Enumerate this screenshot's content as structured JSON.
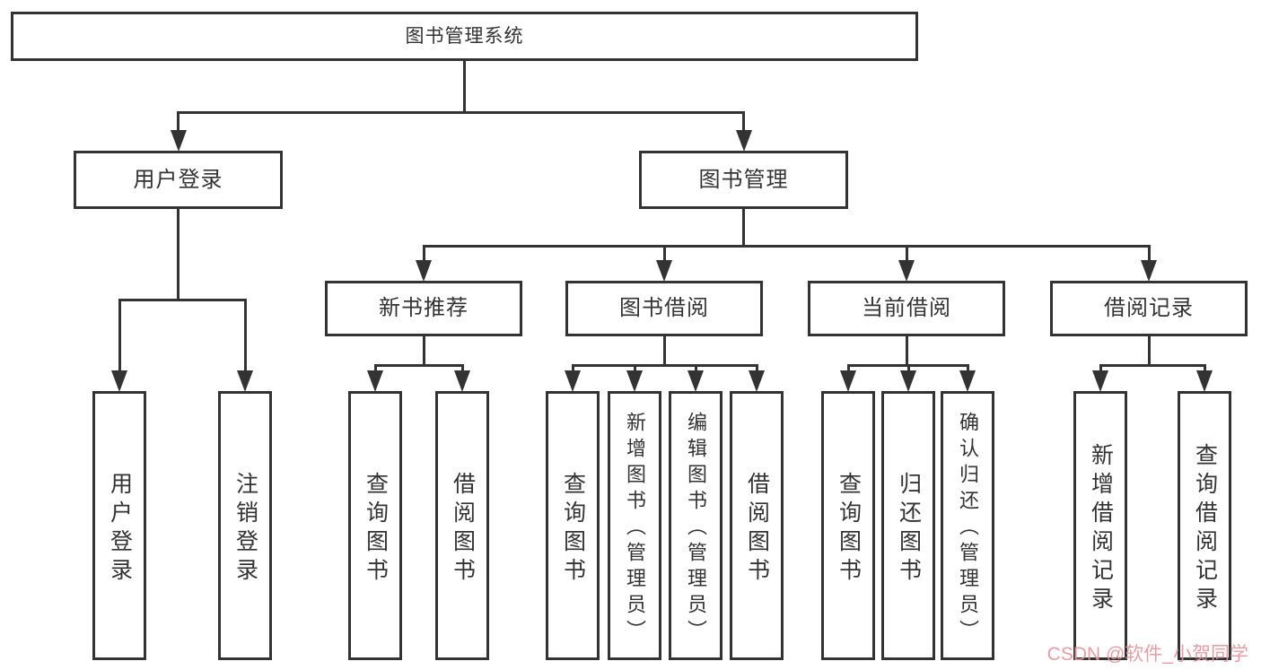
{
  "diagram": {
    "title": "图书管理系统",
    "watermark": "CSDN @软件_小贺同学",
    "colors": {
      "line": "#333333",
      "text": "#333333",
      "background": "#ffffff",
      "watermark": "#e8959c"
    },
    "nodes": [
      {
        "id": "root",
        "label": "图书管理系统",
        "level": 1
      },
      {
        "id": "user-login",
        "label": "用户登录",
        "level": 2
      },
      {
        "id": "book-mgmt",
        "label": "图书管理",
        "level": 2
      },
      {
        "id": "new-book-rec",
        "label": "新书推荐",
        "level": 3
      },
      {
        "id": "book-borrow",
        "label": "图书借阅",
        "level": 3
      },
      {
        "id": "current-borrow",
        "label": "当前借阅",
        "level": 3
      },
      {
        "id": "borrow-records",
        "label": "借阅记录",
        "level": 3
      },
      {
        "id": "user-login-leaf",
        "label": "用户登录",
        "level": 4
      },
      {
        "id": "logout-leaf",
        "label": "注销登录",
        "level": 4
      },
      {
        "id": "query-book-rec",
        "label": "查询图书",
        "level": 4
      },
      {
        "id": "borrow-book-rec",
        "label": "借阅图书",
        "level": 4
      },
      {
        "id": "query-book-borrow",
        "label": "查询图书",
        "level": 4
      },
      {
        "id": "add-book",
        "label": "新增图书（管理员）",
        "level": 4
      },
      {
        "id": "edit-book",
        "label": "编辑图书（管理员）",
        "level": 4
      },
      {
        "id": "borrow-book",
        "label": "借阅图书",
        "level": 4
      },
      {
        "id": "query-book-current",
        "label": "查询图书",
        "level": 4
      },
      {
        "id": "return-book",
        "label": "归还图书",
        "level": 4
      },
      {
        "id": "confirm-return",
        "label": "确认归还（管理员）",
        "level": 4
      },
      {
        "id": "add-borrow-record",
        "label": "新增借阅记录",
        "level": 4
      },
      {
        "id": "query-borrow-record",
        "label": "查询借阅记录",
        "level": 4
      }
    ],
    "edges": [
      {
        "from": "root",
        "to": [
          "user-login",
          "book-mgmt"
        ]
      },
      {
        "from": "user-login",
        "to": [
          "user-login-leaf",
          "logout-leaf"
        ]
      },
      {
        "from": "book-mgmt",
        "to": [
          "new-book-rec",
          "book-borrow",
          "current-borrow",
          "borrow-records"
        ]
      },
      {
        "from": "new-book-rec",
        "to": [
          "query-book-rec",
          "borrow-book-rec"
        ]
      },
      {
        "from": "book-borrow",
        "to": [
          "query-book-borrow",
          "add-book",
          "edit-book",
          "borrow-book"
        ]
      },
      {
        "from": "current-borrow",
        "to": [
          "query-book-current",
          "return-book",
          "confirm-return"
        ]
      },
      {
        "from": "borrow-records",
        "to": [
          "add-borrow-record",
          "query-borrow-record"
        ]
      }
    ]
  }
}
